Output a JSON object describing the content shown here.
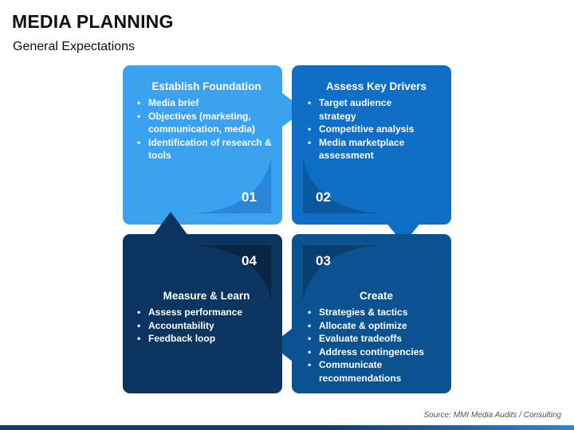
{
  "header": {
    "title": "MEDIA PLANNING",
    "subtitle": "General Expectations"
  },
  "colors": {
    "step1": "#3aa2ef",
    "step1_fold": "#2a86d8",
    "step2": "#0f6fc6",
    "step2_fold": "#0b589f",
    "step3": "#0a5290",
    "step3_fold": "#083f70",
    "step4": "#0b3461",
    "step4_fold": "#082646",
    "text": "#ffffff"
  },
  "steps": [
    {
      "number": "01",
      "title": "Establish Foundation",
      "items": [
        "Media brief",
        "Objectives (marketing, communication, media)",
        "Identification of research & tools"
      ]
    },
    {
      "number": "02",
      "title": "Assess Key Drivers",
      "items": [
        "Target audience strategy",
        "Competitive analysis",
        "Media marketplace assessment"
      ]
    },
    {
      "number": "03",
      "title": "Create",
      "items": [
        "Strategies & tactics",
        "Allocate & optimize",
        "Evaluate tradeoffs",
        "Address contingencies",
        "Communicate recommendations"
      ]
    },
    {
      "number": "04",
      "title": "Measure & Learn",
      "items": [
        "Assess performance",
        "Accountability",
        "Feedback loop"
      ]
    }
  ],
  "footer": {
    "source": "Source: MMI Media Audits / Consulting"
  }
}
